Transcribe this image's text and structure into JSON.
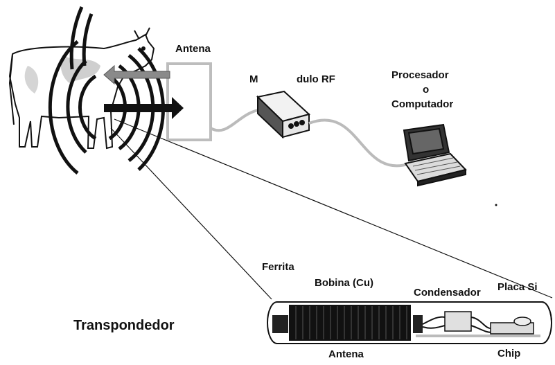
{
  "labels": {
    "antena_top": "Antena",
    "modulo_left": "M",
    "modulo_right": "dulo RF",
    "procesador_1": "Procesador",
    "procesador_2": "o",
    "procesador_3": "Computador",
    "ferrita": "Ferrita",
    "bobina": "Bobina  (Cu)",
    "condensador": "Condensador",
    "placa": "Placa Si",
    "transpondedor": "Transpondedor",
    "antena_bottom": "Antena",
    "chip": "Chip"
  }
}
